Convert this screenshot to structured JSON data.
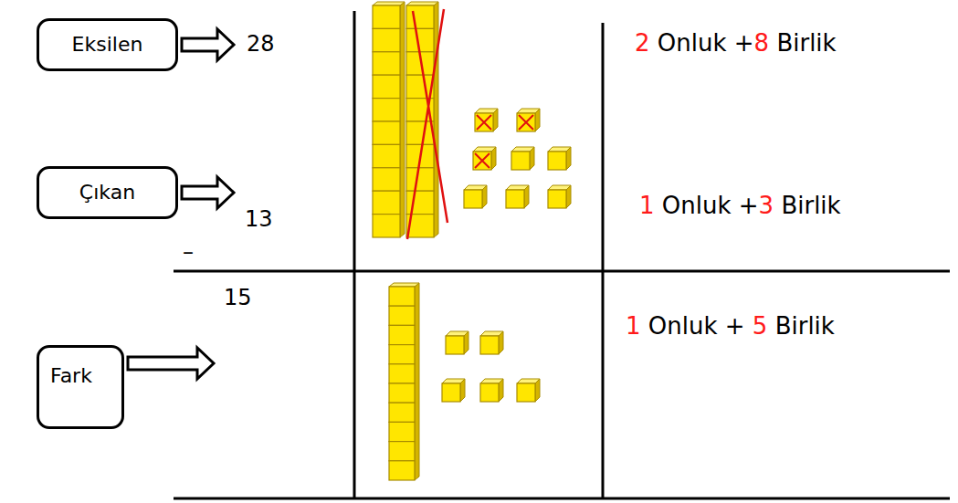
{
  "diagram": {
    "nodes": [
      {
        "text": [
          "Eksilen"
        ]
      },
      {
        "text": [
          "Çıkan"
        ]
      },
      {
        "text": [
          "Fark"
        ]
      }
    ],
    "labels": [
      "28",
      "13",
      "–",
      "15",
      "2 Onluk +8 Birlik",
      "1 Onluk +3 Birlik",
      "1 Onluk + 5 Birlik"
    ]
  }
}
